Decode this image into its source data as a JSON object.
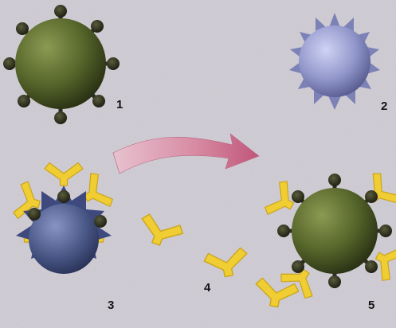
{
  "figure": {
    "labels": {
      "one": "1",
      "two": "2",
      "three": "3",
      "four": "4",
      "five": "5"
    }
  },
  "colors": {
    "background": "#c9c5ce",
    "olive_cell": "#5b6a2a",
    "olive_knob": "#2c2d1e",
    "lilac_cell": "#9196c8",
    "blue_cell": "#4d5a8e",
    "antibody": "#f0cd32",
    "arrow": "#d98aa2"
  }
}
